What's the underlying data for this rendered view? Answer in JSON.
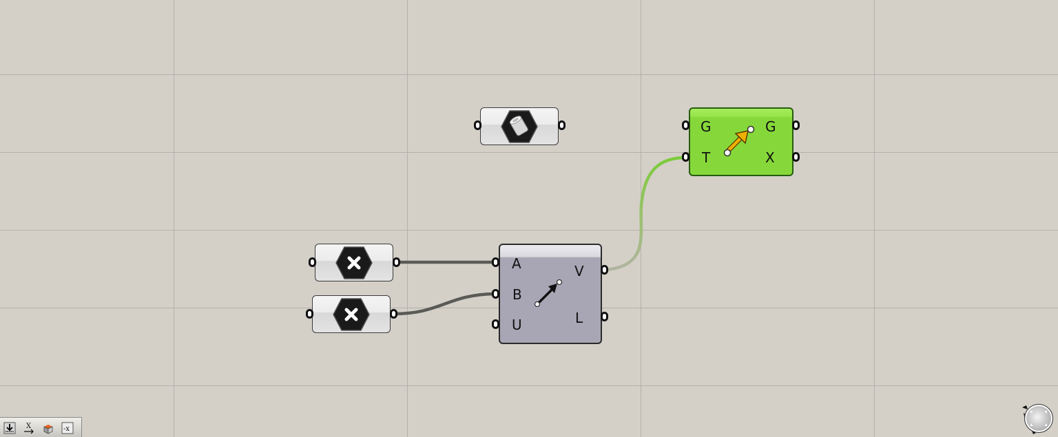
{
  "canvas": {
    "background": "#d4d0c8",
    "grid_color": "#b4b1aa",
    "grid_x": [
      252,
      591,
      930,
      1269
    ],
    "grid_y": [
      108,
      221,
      334,
      447,
      560
    ]
  },
  "components": [
    {
      "id": "geometry-param",
      "type": "parameter",
      "icon": "geometry-cylinder-icon",
      "inputs": [],
      "outputs": []
    },
    {
      "id": "move-component",
      "type": "component",
      "color": "#86d83a",
      "icon": "move-arrow-icon",
      "inputs": [
        {
          "label": "G"
        },
        {
          "label": "T"
        }
      ],
      "outputs": [
        {
          "label": "G"
        },
        {
          "label": "X"
        }
      ]
    },
    {
      "id": "number-param-a",
      "type": "parameter",
      "icon": "number-x-icon"
    },
    {
      "id": "number-param-b",
      "type": "parameter",
      "icon": "number-x-icon"
    },
    {
      "id": "vector-2pt-component",
      "type": "component",
      "color": "#a8a6b4",
      "icon": "vector-2pt-icon",
      "inputs": [
        {
          "label": "A"
        },
        {
          "label": "B"
        },
        {
          "label": "U"
        }
      ],
      "outputs": [
        {
          "label": "V"
        },
        {
          "label": "L"
        }
      ]
    }
  ],
  "wires": [
    {
      "from": "geometry-param",
      "to": "move-component.G",
      "color": "#8ccc50"
    },
    {
      "from": "vector-2pt-component.V",
      "to": "move-component.T",
      "color": "#7ccc3a"
    },
    {
      "from": "number-param-a",
      "to": "vector-2pt-component.A",
      "color": "#5a5a56"
    },
    {
      "from": "number-param-b",
      "to": "vector-2pt-component.B",
      "color": "#5a5a56"
    }
  ],
  "toolbar": {
    "buttons": [
      {
        "icon": "bake-download-icon"
      },
      {
        "icon": "expression-x-arrow-icon"
      },
      {
        "icon": "preview-box-icon"
      },
      {
        "icon": "negate-x-icon",
        "label": "-x"
      }
    ]
  },
  "navigation": {
    "icon": "canvas-navigation-widget-icon"
  }
}
